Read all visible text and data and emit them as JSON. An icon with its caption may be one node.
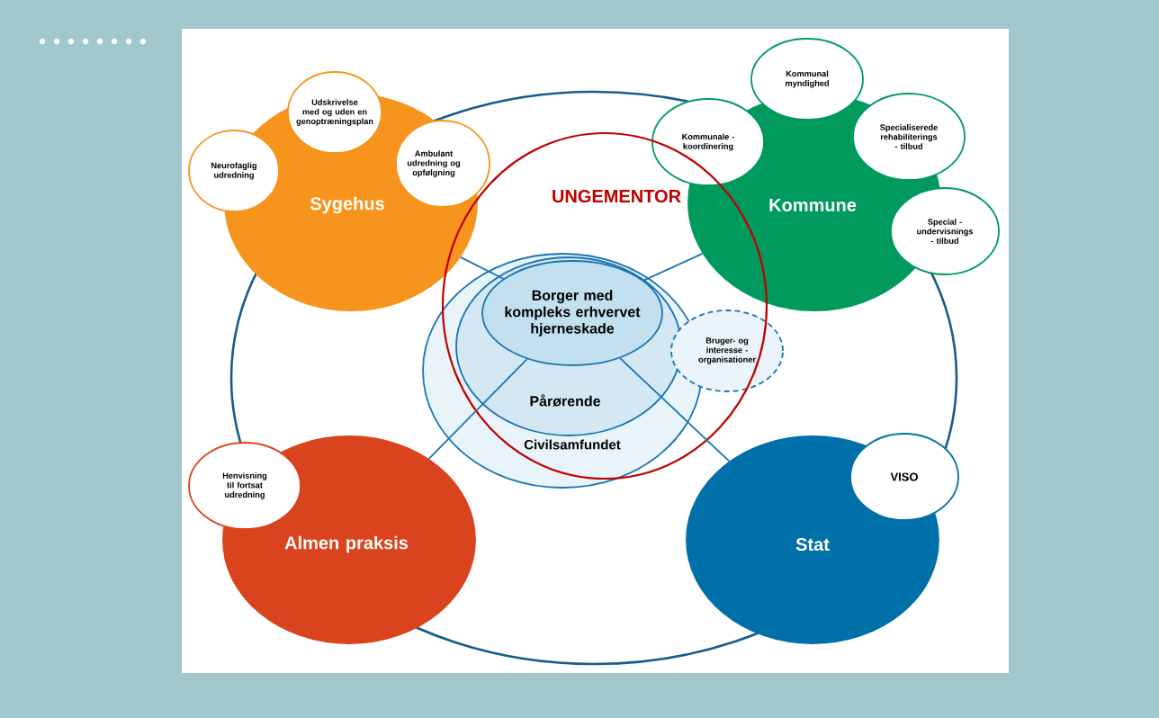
{
  "diagram": {
    "nodes": [
      {
        "text": [
          "Sygehus"
        ]
      },
      {
        "text": [
          "Neurofaglig udredning"
        ]
      },
      {
        "text": [
          "Udskrivelse med og uden en genoptræningsplan"
        ]
      },
      {
        "text": [
          "Ambulant udredning og opfølgning"
        ]
      },
      {
        "text": [
          "Kommune"
        ]
      },
      {
        "text": [
          "Kommunal myndighed"
        ]
      },
      {
        "text": [
          "Kommunale - koordinering"
        ]
      },
      {
        "text": [
          "Specialiserede rehabiliterings - tilbud"
        ]
      },
      {
        "text": [
          "Special - undervisnings - tilbud"
        ]
      },
      {
        "text": [
          "Civilsamfundet"
        ]
      },
      {
        "text": [
          "Pårørende"
        ],
        "in": 9
      },
      {
        "text": [
          "Borger med kompleks erhvervet hjerneskade"
        ],
        "in": 10
      },
      {
        "text": [
          "Bruger- og interesse - organisationer"
        ]
      },
      {
        "text": [
          "Almen praksis"
        ]
      },
      {
        "text": [
          "Henvisning til fortsat udredning"
        ]
      },
      {
        "text": [
          "Stat"
        ]
      },
      {
        "text": [
          "VISO"
        ]
      }
    ],
    "edges": [
      {
        "from": 11,
        "to": 0,
        "arrow": "none"
      },
      {
        "from": 11,
        "to": 4,
        "arrow": "none"
      },
      {
        "from": 11,
        "to": 13,
        "arrow": "none"
      },
      {
        "from": 11,
        "to": 15,
        "arrow": "none"
      }
    ],
    "labels": [
      "UNGEMENTOR"
    ]
  }
}
